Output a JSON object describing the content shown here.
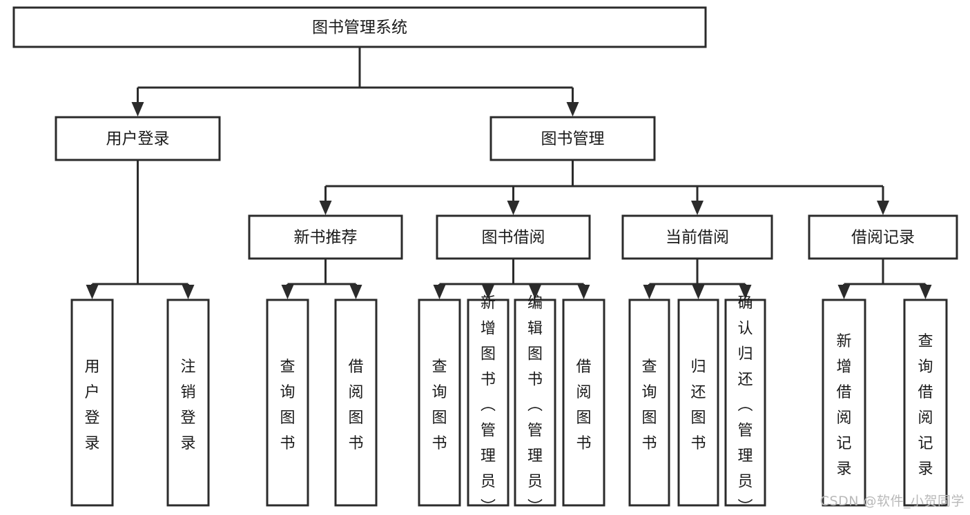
{
  "diagram": {
    "type": "hierarchy-tree",
    "title": "图书管理系统",
    "watermark": "CSDN @软件_小贺同学",
    "colors": {
      "box_fill": "#ffffff",
      "box_stroke": "#2b2b2b",
      "text": "#1a1a1a",
      "watermark": "#b9b9b9",
      "background": "#ffffff"
    },
    "levels": [
      {
        "level": 1,
        "nodes": [
          {
            "id": "root",
            "label": "图书管理系统",
            "orientation": "horizontal"
          }
        ]
      },
      {
        "level": 2,
        "nodes": [
          {
            "id": "login",
            "label": "用户登录",
            "orientation": "horizontal",
            "parent": "root"
          },
          {
            "id": "bookmgmt",
            "label": "图书管理",
            "orientation": "horizontal",
            "parent": "root"
          }
        ]
      },
      {
        "level": 3,
        "nodes": [
          {
            "id": "newbook",
            "label": "新书推荐",
            "orientation": "horizontal",
            "parent": "bookmgmt"
          },
          {
            "id": "borrow",
            "label": "图书借阅",
            "orientation": "horizontal",
            "parent": "bookmgmt"
          },
          {
            "id": "current",
            "label": "当前借阅",
            "orientation": "horizontal",
            "parent": "bookmgmt"
          },
          {
            "id": "records",
            "label": "借阅记录",
            "orientation": "horizontal",
            "parent": "bookmgmt"
          }
        ]
      },
      {
        "level": 4,
        "nodes": [
          {
            "id": "leaf-1",
            "label": "用户登录",
            "orientation": "vertical",
            "parent": "login"
          },
          {
            "id": "leaf-2",
            "label": "注销登录",
            "orientation": "vertical",
            "parent": "login"
          },
          {
            "id": "leaf-3",
            "label": "查询图书",
            "orientation": "vertical",
            "parent": "newbook"
          },
          {
            "id": "leaf-4",
            "label": "借阅图书",
            "orientation": "vertical",
            "parent": "newbook"
          },
          {
            "id": "leaf-5",
            "label": "查询图书",
            "orientation": "vertical",
            "parent": "borrow"
          },
          {
            "id": "leaf-6",
            "label": "新增图书（管理员）",
            "orientation": "vertical",
            "parent": "borrow"
          },
          {
            "id": "leaf-7",
            "label": "编辑图书（管理员）",
            "orientation": "vertical",
            "parent": "borrow"
          },
          {
            "id": "leaf-8",
            "label": "借阅图书",
            "orientation": "vertical",
            "parent": "borrow"
          },
          {
            "id": "leaf-9",
            "label": "查询图书",
            "orientation": "vertical",
            "parent": "current"
          },
          {
            "id": "leaf-10",
            "label": "归还图书",
            "orientation": "vertical",
            "parent": "current"
          },
          {
            "id": "leaf-11",
            "label": "确认归还（管理员）",
            "orientation": "vertical",
            "parent": "current"
          },
          {
            "id": "leaf-12",
            "label": "新增借阅记录",
            "orientation": "vertical",
            "parent": "records"
          },
          {
            "id": "leaf-13",
            "label": "查询借阅记录",
            "orientation": "vertical",
            "parent": "records"
          }
        ]
      }
    ]
  }
}
